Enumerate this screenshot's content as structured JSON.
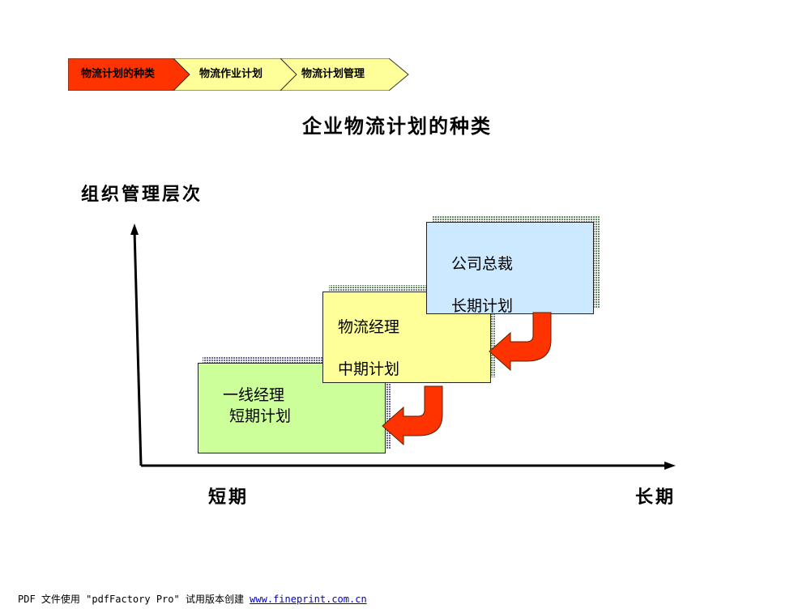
{
  "breadcrumb": {
    "steps": [
      {
        "label": "物流计划的种类",
        "active": true
      },
      {
        "label": "物流作业计划",
        "active": false
      },
      {
        "label": "物流计划管理",
        "active": false
      }
    ],
    "active_color": "#ff3300",
    "inactive_color": "#ffff99"
  },
  "title": "企业物流计划的种类",
  "axes": {
    "y_label": "组织管理层次",
    "x_start_label": "短期",
    "x_end_label": "长期"
  },
  "boxes": [
    {
      "role": "一线经理",
      "plan": "短期计划",
      "color": "#ccff99"
    },
    {
      "role": "物流经理",
      "plan": "中期计划",
      "color": "#ffff99"
    },
    {
      "role": "公司总裁",
      "plan": "长期计划",
      "color": "#cce9ff"
    }
  ],
  "arrow_color": "#ff3300",
  "footer": {
    "text": "PDF 文件使用 \"pdfFactory Pro\" 试用版本创建 ",
    "link_text": "www.fineprint.com.cn"
  }
}
